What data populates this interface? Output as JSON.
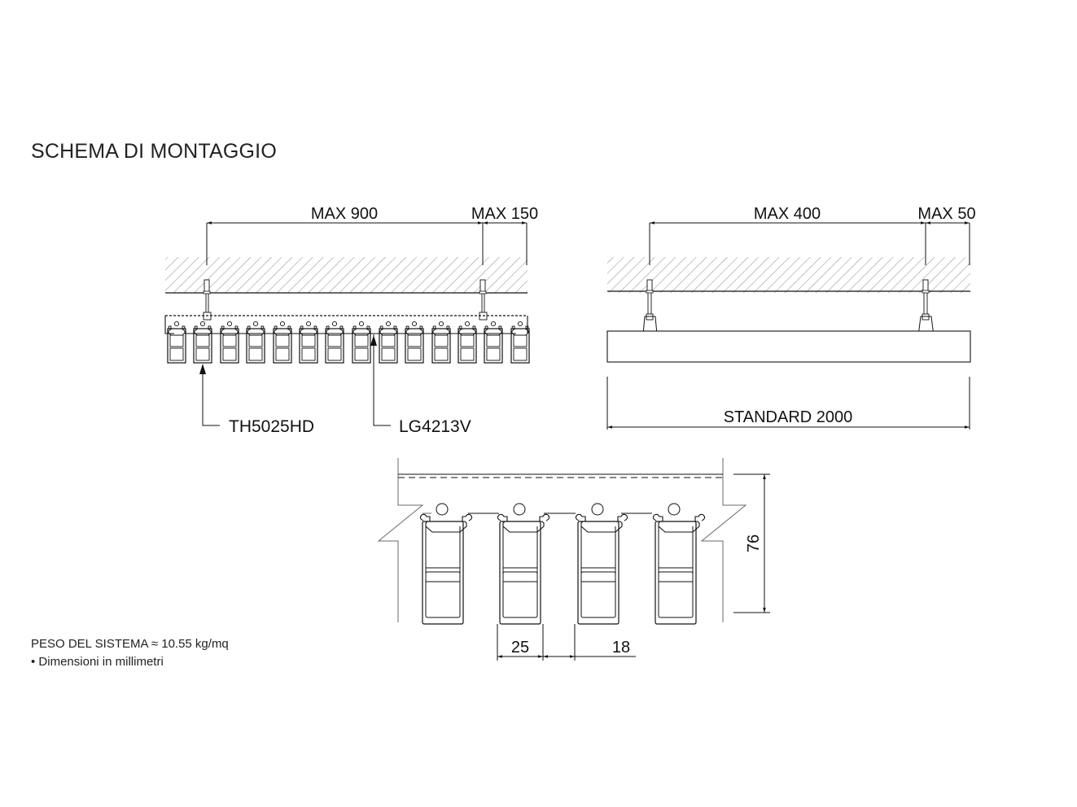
{
  "page": {
    "title": "SCHEMA DI MONTAGGIO",
    "notes": [
      "PESO DEL SISTEMA ≈ 10.55 kg/mq",
      "• Dimensioni in millimetri"
    ]
  },
  "left_view": {
    "dim_main": "MAX 900",
    "dim_overhang": "MAX 150",
    "callout_profile": "TH5025HD",
    "callout_carrier": "LG4213V",
    "profile_count": 14
  },
  "right_view": {
    "dim_main": "MAX 400",
    "dim_overhang": "MAX 50",
    "dim_length": "STANDARD 2000"
  },
  "section_view": {
    "dim_height": "76",
    "dim_profile_width": "25",
    "dim_gap": "18",
    "profile_count": 4
  },
  "colors": {
    "line": "#1a1a1a",
    "hatch": "#8a8a8a",
    "thin": "#6a6a6a"
  }
}
